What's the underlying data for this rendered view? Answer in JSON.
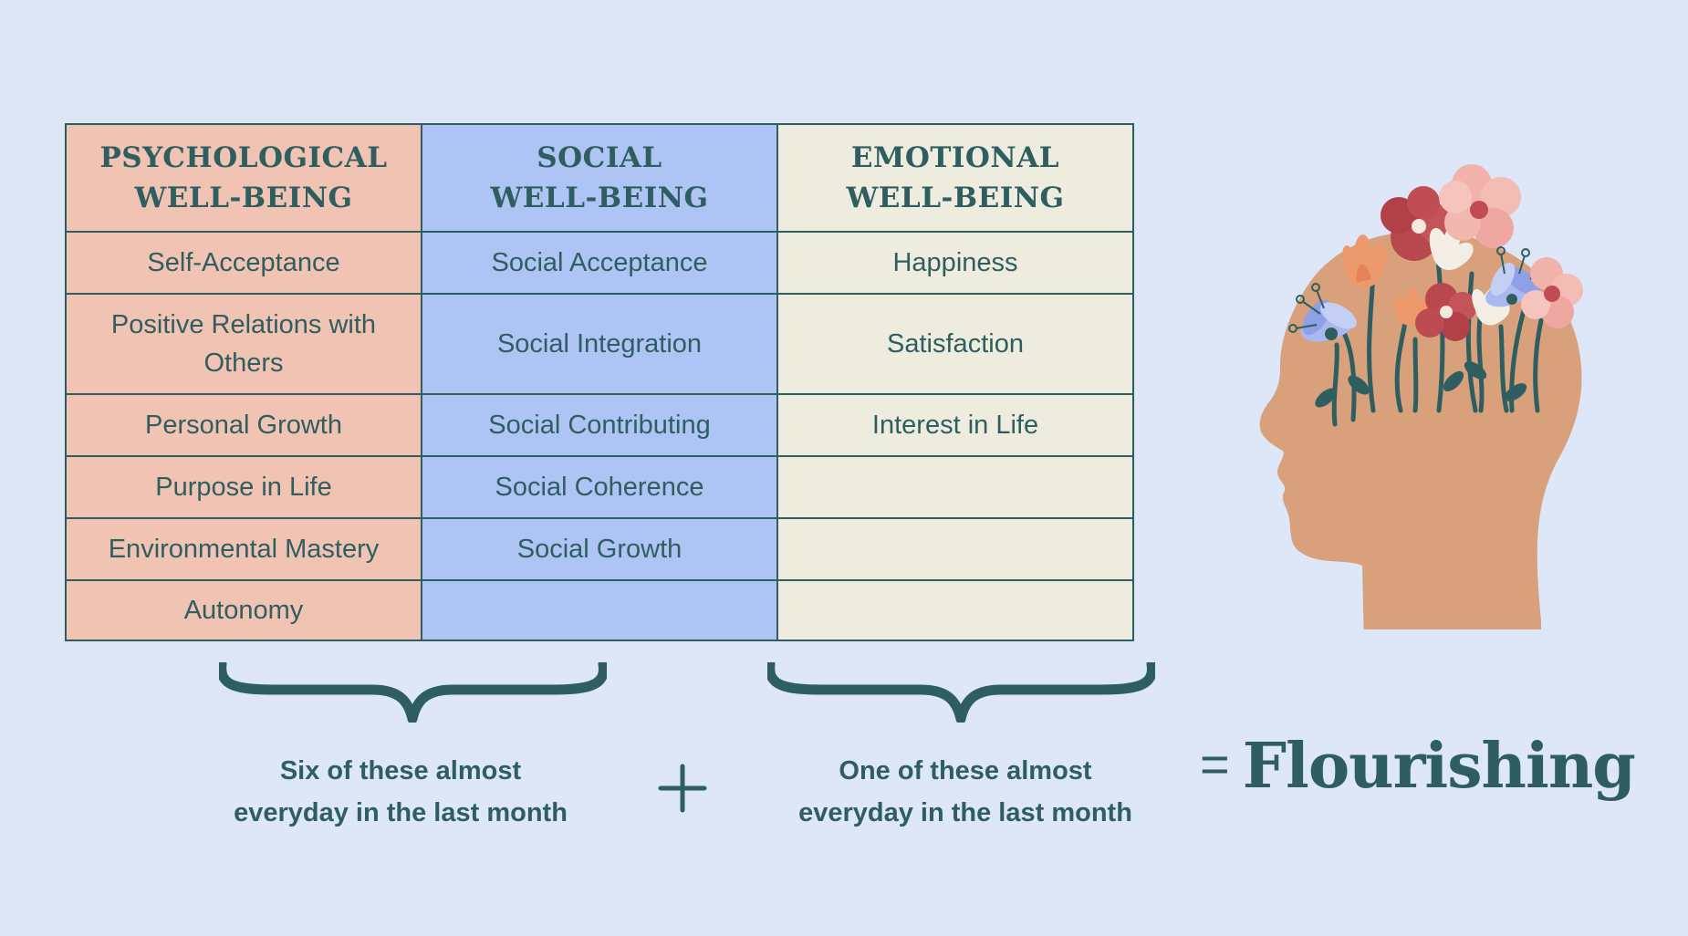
{
  "table": {
    "headers": [
      {
        "line1": "PSYCHOLOGICAL",
        "line2": "WELL-BEING"
      },
      {
        "line1": "SOCIAL",
        "line2": "WELL-BEING"
      },
      {
        "line1": "EMOTIONAL",
        "line2": "WELL-BEING"
      }
    ],
    "rows": [
      [
        "Self-Acceptance",
        "Social Acceptance",
        "Happiness"
      ],
      [
        "Positive Relations with Others",
        "Social Integration",
        "Satisfaction"
      ],
      [
        "Personal Growth",
        "Social Contributing",
        "Interest in Life"
      ],
      [
        "Purpose in Life",
        "Social Coherence",
        ""
      ],
      [
        "Environmental Mastery",
        "Social Growth",
        ""
      ],
      [
        "Autonomy",
        "",
        ""
      ]
    ]
  },
  "captions": {
    "left": {
      "line1": "Six of these almost",
      "line2": "everyday in the last month"
    },
    "right": {
      "line1": "One of these almost",
      "line2": "everyday in the last month"
    }
  },
  "operators": {
    "equals": "="
  },
  "result": "Flourishing",
  "icons": {
    "plus": "plus-icon",
    "brace": "curly-brace-icon",
    "illustration": "head-with-flowers-icon"
  },
  "colors": {
    "background": "#dde7f8",
    "text": "#2f5e60",
    "psychological_column": "#f1c3b3",
    "social_column": "#aec4f5",
    "emotional_column": "#eeecdf",
    "head": "#d9a07c"
  }
}
